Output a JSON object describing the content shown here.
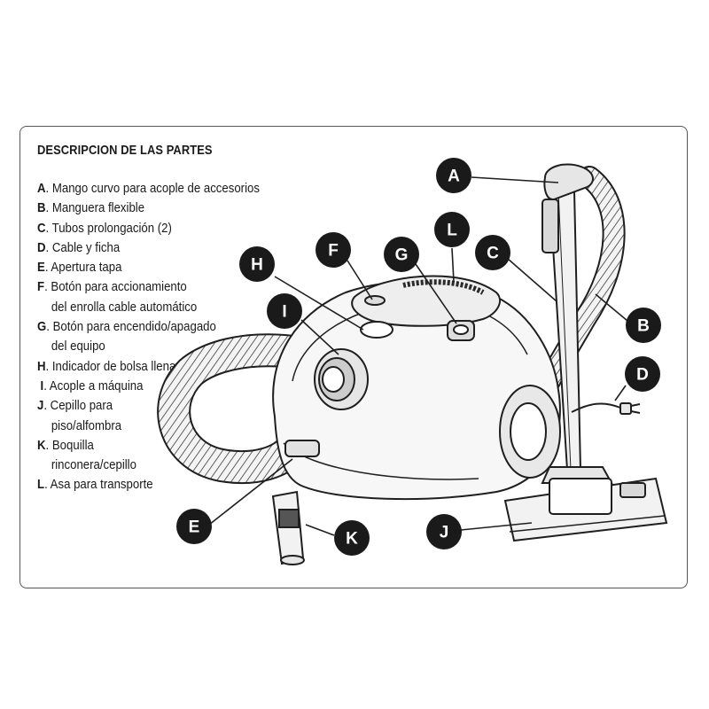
{
  "heading": "DESCRIPCION DE LAS PARTES",
  "parts": [
    {
      "letter": "A",
      "sep": ".",
      "line1": " Mango curvo para acople de accesorios",
      "line2": ""
    },
    {
      "letter": "B",
      "sep": ".",
      "line1": " Manguera flexible",
      "line2": ""
    },
    {
      "letter": "C",
      "sep": ".",
      "line1": " Tubos prolongación (2)",
      "line2": ""
    },
    {
      "letter": "D",
      "sep": ".",
      "line1": " Cable y ficha",
      "line2": ""
    },
    {
      "letter": "E",
      "sep": ".",
      "line1": " Apertura tapa",
      "line2": ""
    },
    {
      "letter": "F",
      "sep": ".",
      "line1": " Botón para accionamiento",
      "line2": "del enrolla cable automático"
    },
    {
      "letter": "G",
      "sep": ".",
      "line1": " Botón para encendido/apagado",
      "line2": "del equipo"
    },
    {
      "letter": "H",
      "sep": ".",
      "line1": " Indicador de bolsa llena",
      "line2": ""
    },
    {
      "letter": "I",
      "sep": ".",
      "line1": " Acople a máquina",
      "line2": ""
    },
    {
      "letter": "J",
      "sep": ".",
      "line1": " Cepillo para",
      "line2": "piso/alfombra"
    },
    {
      "letter": "K",
      "sep": ".",
      "line1": " Boquilla",
      "line2": "rinconera/cepillo"
    },
    {
      "letter": "L",
      "sep": ".",
      "line1": " Asa para transporte",
      "line2": ""
    }
  ],
  "callouts": {
    "a": "A",
    "b": "B",
    "c": "C",
    "d": "D",
    "e": "E",
    "f": "F",
    "g": "G",
    "h": "H",
    "i": "I",
    "j": "J",
    "k": "K",
    "l": "L"
  }
}
